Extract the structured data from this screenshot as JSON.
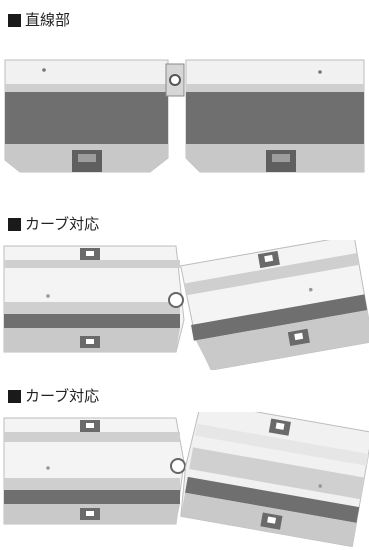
{
  "sections": [
    {
      "title": "直線部"
    },
    {
      "title": "カーブ対応"
    },
    {
      "title": "カーブ対応"
    }
  ],
  "colors": {
    "block_top": "#f4f4f4",
    "block_light_band": "#c8c8c8",
    "block_dark_band": "#6d6d6d",
    "block_bottom": "#c9c9c9",
    "hole": "#707070",
    "outline": "#9a9a9a"
  },
  "icons": [
    "black-square-bullet-icon",
    "joint-ring-icon"
  ]
}
